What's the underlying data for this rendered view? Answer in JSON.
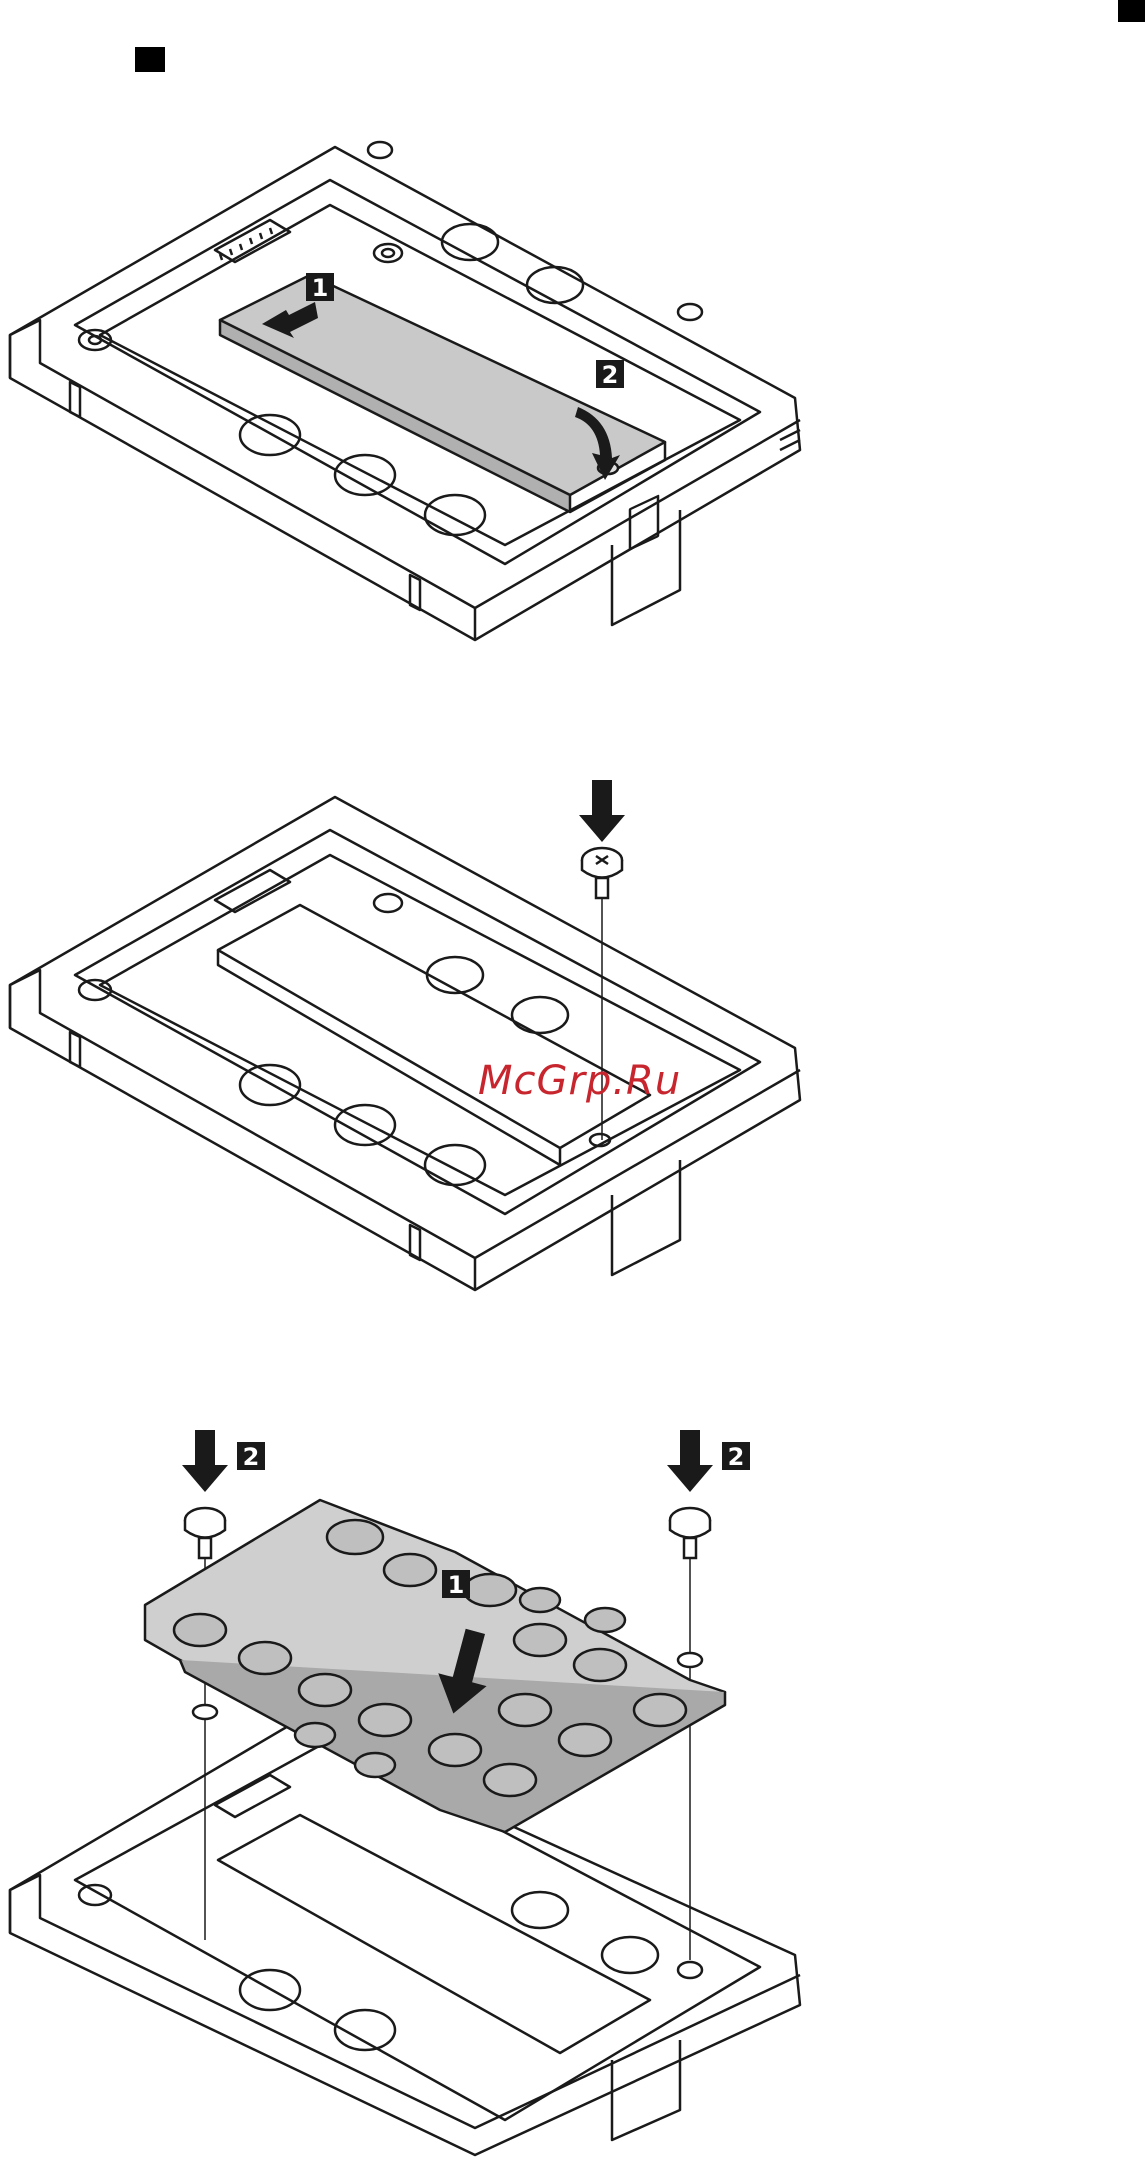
{
  "page": {
    "watermark": "McGrp.Ru",
    "figures": [
      {
        "id": "fig-1",
        "callouts": [
          "1",
          "2"
        ]
      },
      {
        "id": "fig-2",
        "callouts": []
      },
      {
        "id": "fig-3",
        "callouts": [
          "2",
          "1",
          "2"
        ]
      }
    ]
  },
  "colors": {
    "line": "#1a1a1a",
    "ssd_fill": "#c9c9c9",
    "plate_fill": "#cfcfcf",
    "callout_bg": "#1a1a1a",
    "callout_fg": "#ffffff",
    "watermark": "#c8262e"
  }
}
